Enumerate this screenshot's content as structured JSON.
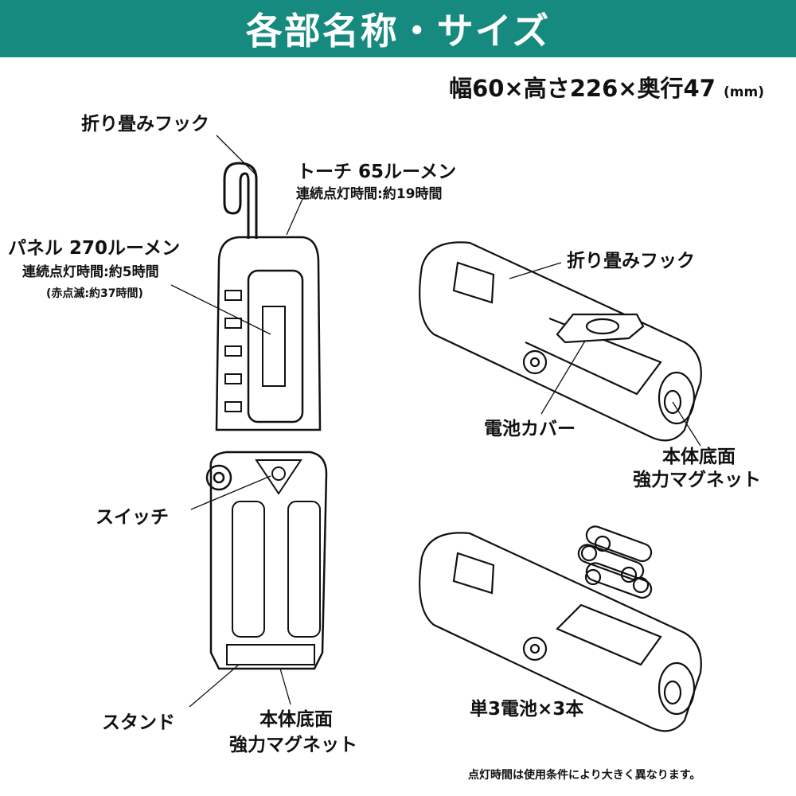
{
  "header": {
    "title": "各部名称・サイズ"
  },
  "dimensions": {
    "text": "幅60×高さ226×奥行47",
    "unit": "(mm)"
  },
  "labels": {
    "hook_left": "折り畳みフック",
    "torch_title": "トーチ 65ルーメン",
    "torch_time": "連続点灯時間:約19時間",
    "panel_title": "パネル 270ルーメン",
    "panel_time": "連続点灯時間:約5時間",
    "panel_blink": "(赤点滅:約37時間)",
    "switch": "スイッチ",
    "stand": "スタンド",
    "base_left_1": "本体底面",
    "base_left_2": "強力マグネット",
    "hook_right": "折り畳みフック",
    "battery_cover": "電池カバー",
    "base_right_1": "本体底面",
    "base_right_2": "強力マグネット",
    "batteries": "単3電池×3本"
  },
  "footnote": "点灯時間は使用条件により大きく異なります。"
}
